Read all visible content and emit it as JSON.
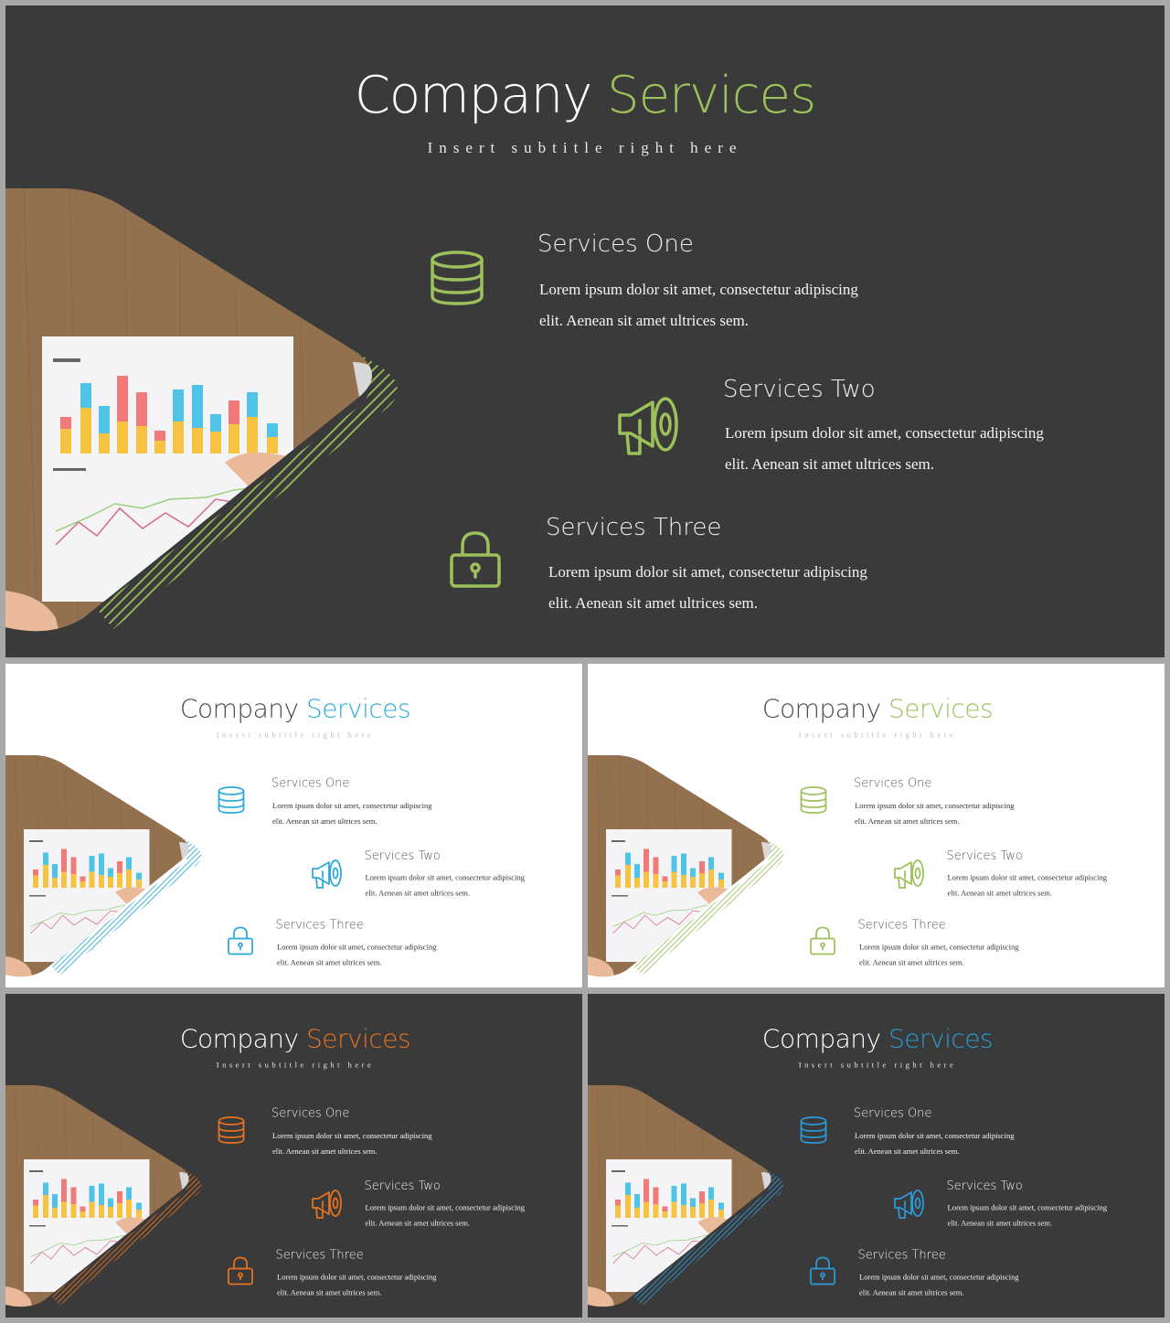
{
  "title_part1": "Company",
  "title_part2": "Services",
  "subtitle": "Insert subtitle right here",
  "services": [
    {
      "title": "Services One",
      "line1": "Lorem ipsum dolor sit amet, consectetur adipiscing",
      "line2": "elit. Aenean sit amet ultrices sem.",
      "icon": "database-icon"
    },
    {
      "title": "Services Two",
      "line1": "Lorem ipsum dolor sit amet, consectetur adipiscing",
      "line2": "elit. Aenean sit amet ultrices sem.",
      "icon": "megaphone-icon"
    },
    {
      "title": "Services Three",
      "line1": "Lorem ipsum dolor sit amet, consectetur adipiscing",
      "line2": "elit. Aenean sit amet ultrices sem.",
      "icon": "lock-icon"
    }
  ],
  "variants": [
    {
      "theme": "dark",
      "accent": "#9dc15a"
    },
    {
      "theme": "light",
      "accent": "#2aa9d8"
    },
    {
      "theme": "light",
      "accent": "#9dc15a"
    },
    {
      "theme": "dark",
      "accent": "#e8731e"
    },
    {
      "theme": "dark",
      "accent": "#2a9bd8"
    }
  ]
}
